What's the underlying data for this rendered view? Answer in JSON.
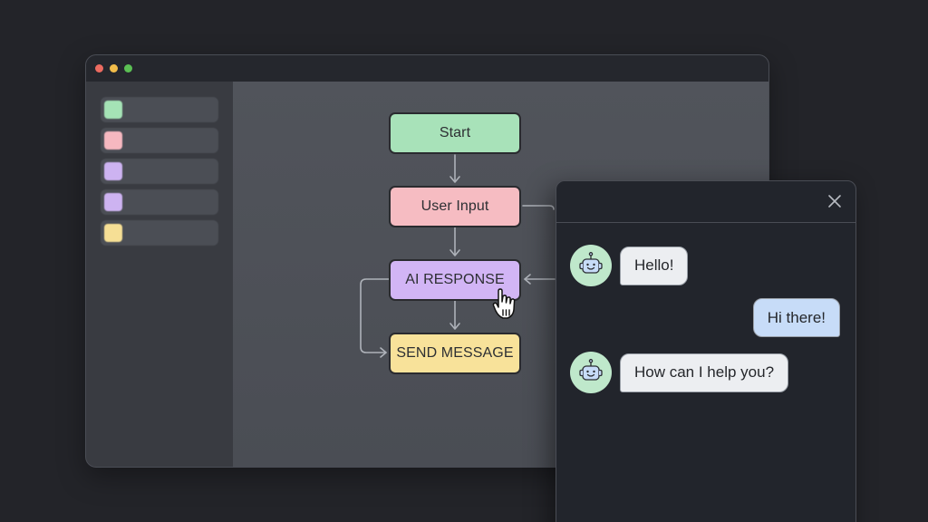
{
  "app_window": {
    "traffic_lights": [
      "close",
      "minimize",
      "maximize"
    ],
    "sidebar": {
      "items": [
        {
          "color": "#a5e3b6"
        },
        {
          "color": "#f6b8c0"
        },
        {
          "color": "#cdb3f1"
        },
        {
          "color": "#cdb3f1"
        },
        {
          "color": "#f6df95"
        }
      ]
    },
    "flow": {
      "nodes": [
        {
          "id": "start",
          "label": "Start",
          "color": "#a8e2b9"
        },
        {
          "id": "user-input",
          "label": "User Input",
          "color": "#f6bcc2"
        },
        {
          "id": "ai-response",
          "label": "AI RESPONSE",
          "color": "#d2b5f5"
        },
        {
          "id": "send-message",
          "label": "SEND MESSAGE",
          "color": "#f8e29a"
        }
      ]
    }
  },
  "chat": {
    "close_icon": "close-icon",
    "messages": [
      {
        "sender": "bot",
        "text": "Hello!"
      },
      {
        "sender": "user",
        "text": "Hi there!"
      },
      {
        "sender": "bot",
        "text": "How can I help you?"
      }
    ]
  }
}
